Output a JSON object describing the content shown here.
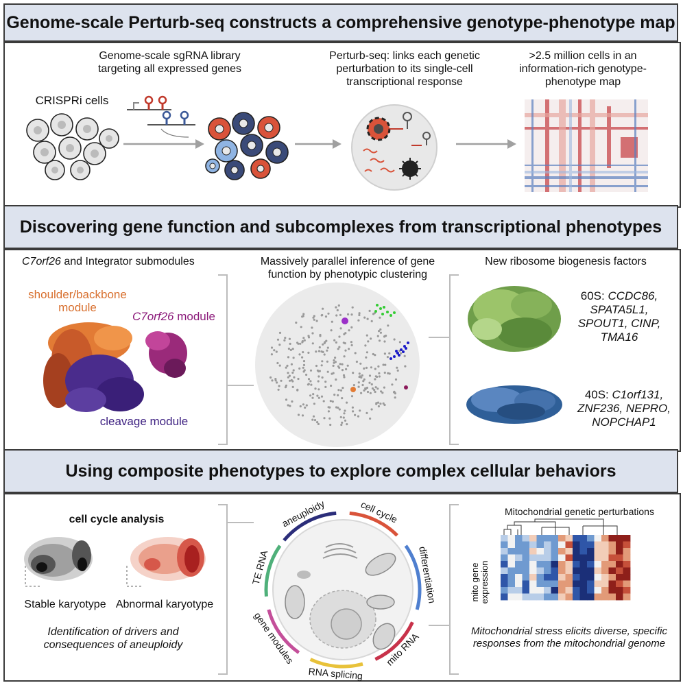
{
  "panel1": {
    "title": "Genome-scale Perturb-seq constructs a comprehensive genotype-phenotype map",
    "step1_label": "CRISPRi cells",
    "step2_label": "Genome-scale sgRNA library targeting all expressed genes",
    "step3_label": "Perturb-seq: links each genetic perturbation to its single-cell transcriptional response",
    "step4_label": ">2.5 million cells in an information-rich genotype-phenotype map"
  },
  "panel2": {
    "title": "Discovering gene function and subcomplexes from transcriptional phenotypes",
    "left_heading_gene": "C7orf26",
    "left_heading_rest": " and Integrator submodules",
    "shoulder_label": "shoulder/backbone module",
    "c7_module_gene": "C7orf26",
    "c7_module_rest": " module",
    "cleavage_label": "cleavage module",
    "middle_heading": "Massively parallel inference of gene function by phenotypic clustering",
    "right_heading": "New ribosome biogenesis factors",
    "s60_prefix": "60S: ",
    "s60_genes": "CCDC86, SPATA5L1, SPOUT1, CINP, TMA16",
    "s40_prefix": "40S: ",
    "s40_genes": "C1orf131, ZNF236, NEPRO, NOPCHAP1"
  },
  "panel3": {
    "title": "Using composite phenotypes to explore complex cellular behaviors",
    "cell_cycle_heading": "cell cycle analysis",
    "stable_label": "Stable karyotype",
    "abnormal_label": "Abnormal karyotype",
    "left_caption": "Identification of drivers and consequences of aneuploidy",
    "ring_labels": [
      "aneuploidy",
      "cell cycle",
      "differentiation",
      "mito RNA",
      "RNA splicing",
      "gene modules",
      "TE RNA"
    ],
    "ring_colors": [
      "#2b2d7a",
      "#d9533a",
      "#4f7fcf",
      "#c8324a",
      "#e8c23a",
      "#c44f9a",
      "#4fb07a"
    ],
    "heatmap_title": "Mitochondrial genetic perturbations",
    "heatmap_ylabel": "mito gene expression",
    "right_caption": "Mitochondrial stress elicits diverse, specific responses from the mitochondrial genome"
  }
}
